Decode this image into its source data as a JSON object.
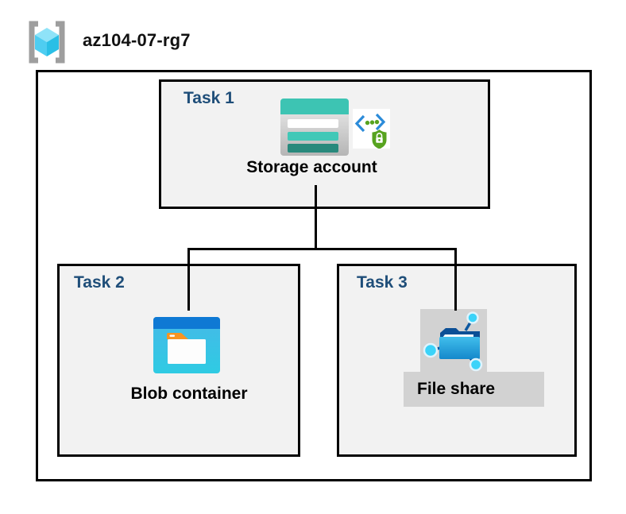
{
  "header": {
    "title": "az104-07-rg7"
  },
  "tasks": [
    {
      "label": "Task 1",
      "item": "Storage account"
    },
    {
      "label": "Task 2",
      "item": "Blob container"
    },
    {
      "label": "Task 3",
      "item": "File share"
    }
  ],
  "connections": [
    {
      "from": "Storage account",
      "to": "Blob container"
    },
    {
      "from": "Storage account",
      "to": "File share"
    }
  ],
  "icons": {
    "resource_group": "resource-group-icon",
    "storage_account": "storage-account-icon",
    "sas_security": "code-brackets-lock-shield-icon",
    "blob_container": "blob-container-icon",
    "file_share": "file-share-icon"
  },
  "colors": {
    "task_label_blue": "#1F4E79",
    "box_fill_gray": "#F2F2F2",
    "border_black": "#000000",
    "highlight_gray": "#D2D2D2",
    "storage_teal": "#3DC4B3",
    "storage_teal_dark": "#28897C",
    "blob_header_blue": "#0F79D4",
    "blob_body_cyan": "#2FCBE3",
    "folder_tab_orange": "#F79421",
    "share_node_cyan": "#3BD3F9",
    "share_link_blue": "#0C58A0",
    "share_folder_dark": "#0B4F96",
    "bracket_gray": "#9E9E9E",
    "cube_top": "#8FE3F8",
    "cube_left": "#4ECDF1",
    "cube_right": "#2ABFE6",
    "sas_bracket_blue": "#2B8BD9",
    "sas_green": "#57A31F"
  }
}
